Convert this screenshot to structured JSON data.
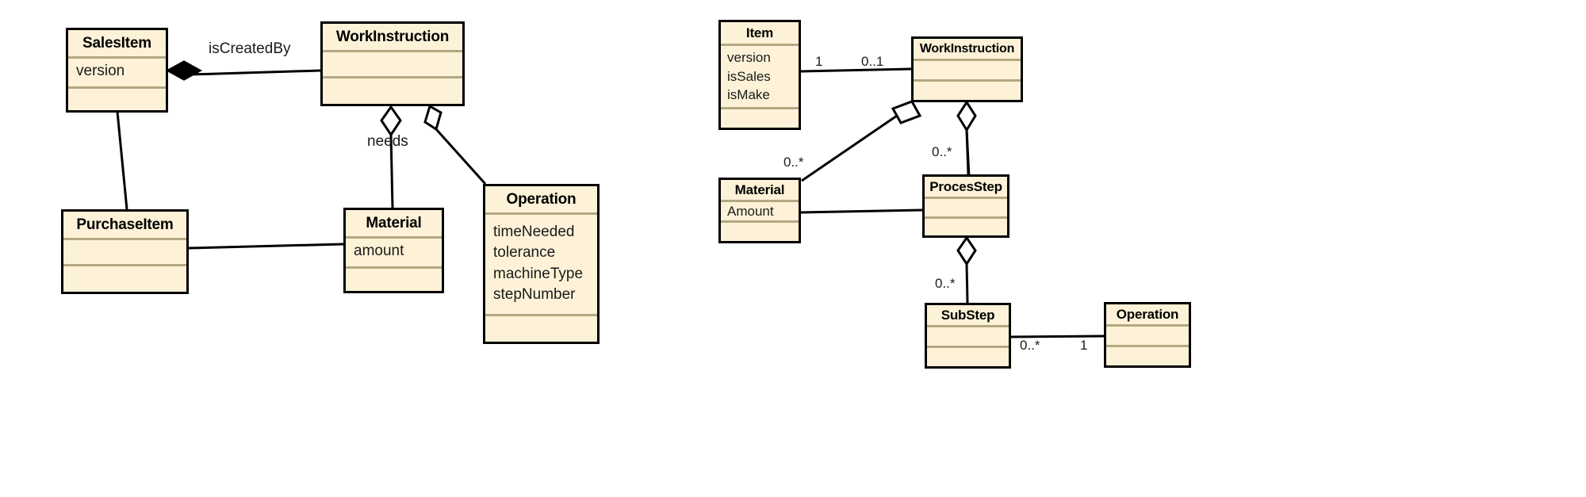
{
  "diagram": {
    "type": "uml-class-diagram",
    "title": "",
    "colors": {
      "class_fill": "#fdf2d7",
      "class_border": "#000000",
      "compartment_divider": "#b3a882",
      "edge": "#000000",
      "background": "#ffffff"
    },
    "left": {
      "name": "left-diagram",
      "classes": [
        {
          "id": "salesitem",
          "name": "SalesItem",
          "attributes": [
            "version"
          ],
          "operations": []
        },
        {
          "id": "workinstruction",
          "name": "WorkInstruction",
          "attributes": [],
          "operations": []
        },
        {
          "id": "purchaseitem",
          "name": "PurchaseItem",
          "attributes": [],
          "operations": []
        },
        {
          "id": "material",
          "name": "Material",
          "attributes": [
            "amount"
          ],
          "operations": []
        },
        {
          "id": "operation",
          "name": "Operation",
          "attributes": [
            "timeNeeded",
            "tolerance",
            "machineType",
            "stepNumber"
          ],
          "operations": []
        }
      ],
      "relations": [
        {
          "from": "salesitem",
          "to": "workinstruction",
          "kind": "composition",
          "label": "isCreatedBy",
          "from_multiplicity": "",
          "to_multiplicity": ""
        },
        {
          "from": "salesitem",
          "to": "purchaseitem",
          "kind": "association",
          "label": "",
          "from_multiplicity": "",
          "to_multiplicity": ""
        },
        {
          "from": "workinstruction",
          "to": "material",
          "kind": "aggregation",
          "label": "needs",
          "from_multiplicity": "",
          "to_multiplicity": ""
        },
        {
          "from": "workinstruction",
          "to": "operation",
          "kind": "aggregation",
          "label": "",
          "from_multiplicity": "",
          "to_multiplicity": ""
        },
        {
          "from": "purchaseitem",
          "to": "material",
          "kind": "association",
          "label": "",
          "from_multiplicity": "",
          "to_multiplicity": ""
        }
      ],
      "labels": {
        "isCreatedBy": "isCreatedBy",
        "needs": "needs"
      }
    },
    "right": {
      "name": "right-diagram",
      "classes": [
        {
          "id": "item",
          "name": "Item",
          "attributes": [
            "version",
            "isSales",
            "isMake"
          ],
          "operations": []
        },
        {
          "id": "workinstruction",
          "name": "WorkInstruction",
          "attributes": [],
          "operations": []
        },
        {
          "id": "material",
          "name": "Material",
          "attributes": [
            "Amount"
          ],
          "operations": []
        },
        {
          "id": "processtep",
          "name": "ProcesStep",
          "attributes": [],
          "operations": []
        },
        {
          "id": "substep",
          "name": "SubStep",
          "attributes": [],
          "operations": []
        },
        {
          "id": "operation",
          "name": "Operation",
          "attributes": [],
          "operations": []
        }
      ],
      "relations": [
        {
          "from": "item",
          "to": "workinstruction",
          "kind": "association",
          "label": "",
          "from_multiplicity": "1",
          "to_multiplicity": "0..1"
        },
        {
          "from": "item",
          "to": "material",
          "kind": "association",
          "label": "",
          "from_multiplicity": "",
          "to_multiplicity": ""
        },
        {
          "from": "workinstruction",
          "to": "material",
          "kind": "aggregation",
          "label": "",
          "from_multiplicity": "",
          "to_multiplicity": "0..*"
        },
        {
          "from": "workinstruction",
          "to": "processtep",
          "kind": "aggregation",
          "label": "",
          "from_multiplicity": "",
          "to_multiplicity": "0..*"
        },
        {
          "from": "material",
          "to": "processtep",
          "kind": "association",
          "label": "",
          "from_multiplicity": "",
          "to_multiplicity": ""
        },
        {
          "from": "processtep",
          "to": "substep",
          "kind": "aggregation",
          "label": "",
          "from_multiplicity": "",
          "to_multiplicity": "0..*"
        },
        {
          "from": "substep",
          "to": "operation",
          "kind": "association",
          "label": "",
          "from_multiplicity": "0..*",
          "to_multiplicity": "1"
        }
      ],
      "multiplicities": {
        "item_to_wi_near": "1",
        "item_to_wi_far": "0..1",
        "wi_to_material": "0..*",
        "wi_to_processtep": "0..*",
        "processtep_to_substep": "0..*",
        "substep_to_operation": "0..*",
        "operation_to_substep": "1"
      }
    }
  }
}
